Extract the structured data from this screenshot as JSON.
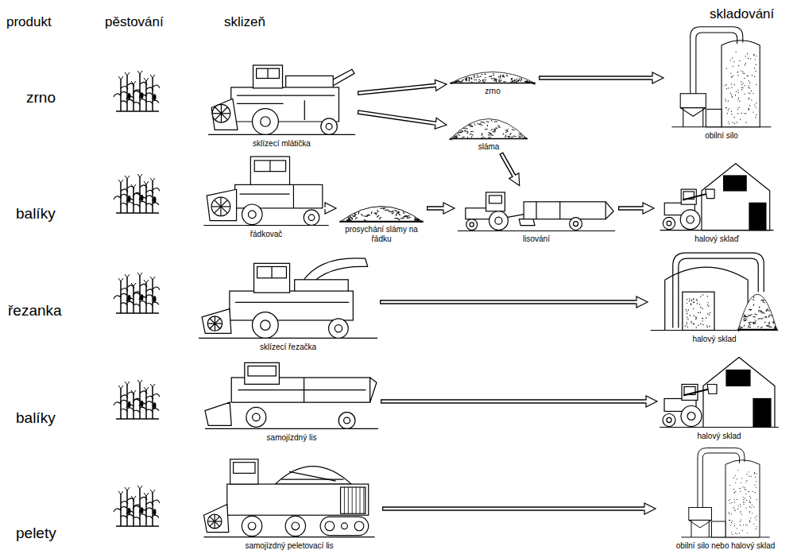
{
  "diagram": {
    "nodes": [
      {
        "text": [
          "sklízecí mlátička"
        ]
      },
      {
        "text": [
          "zrno"
        ]
      },
      {
        "text": [
          "sláma"
        ]
      },
      {
        "text": [
          "obilní silo"
        ]
      },
      {
        "text": [
          "řádkovač"
        ]
      },
      {
        "text": [
          "prosychání slámy na řádku"
        ]
      },
      {
        "text": [
          "lisování"
        ]
      },
      {
        "text": [
          "halový sklaď"
        ]
      },
      {
        "text": [
          "sklízecí řezačka"
        ]
      },
      {
        "text": [
          "halový sklad"
        ]
      },
      {
        "text": [
          "samojízdný lis"
        ]
      },
      {
        "text": [
          "halový sklad"
        ]
      },
      {
        "text": [
          "samojízdný peletovací lis"
        ]
      },
      {
        "text": [
          "obilní silo nebo halový sklad"
        ]
      }
    ],
    "edges": [
      {
        "from": 0,
        "to": 1,
        "arrow": "to"
      },
      {
        "from": 0,
        "to": 2,
        "arrow": "to"
      },
      {
        "from": 1,
        "to": 3,
        "arrow": "to"
      },
      {
        "from": 2,
        "to": 6,
        "arrow": "to"
      },
      {
        "from": 4,
        "to": 5,
        "arrow": "to"
      },
      {
        "from": 5,
        "to": 6,
        "arrow": "to"
      },
      {
        "from": 6,
        "to": 7,
        "arrow": "to"
      },
      {
        "from": 8,
        "to": 9,
        "arrow": "to"
      },
      {
        "from": 10,
        "to": 11,
        "arrow": "to"
      },
      {
        "from": 12,
        "to": 13,
        "arrow": "to"
      }
    ],
    "labels": [
      "produkt",
      "pěstování",
      "sklizeň",
      "skladování",
      "zrno",
      "balíky",
      "řezanka",
      "balíky",
      "pelety"
    ]
  }
}
